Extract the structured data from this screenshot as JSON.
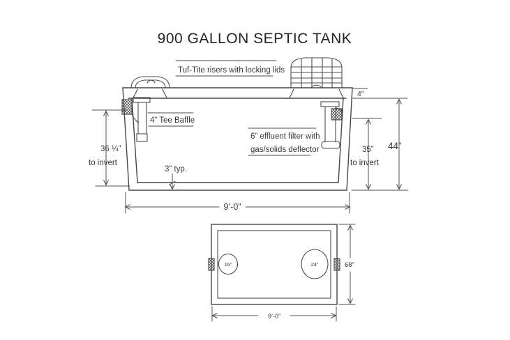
{
  "title": "900 GALLON SEPTIC TANK",
  "colors": {
    "ink": "#474747",
    "paper": "#ffffff"
  },
  "side_view": {
    "risers_label": "Tuf-Tite risers with locking lids",
    "tee_baffle_label": "4” Tee Baffle",
    "effluent_filter_line1": "6” effluent filter with",
    "effluent_filter_line2": "gas/solids deflector",
    "wall_typ_label": "3” typ.",
    "inlet_invert_dim": "36 ¼”",
    "inlet_invert_caption": "to invert",
    "outlet_invert_dim": "35”",
    "outlet_invert_caption": "to invert",
    "height_dim": "44”",
    "slab_dim": "4”",
    "length_dim": "9’-0”"
  },
  "plan_view": {
    "inlet_opening_dim": "16”",
    "outlet_opening_dim": "24”",
    "width_dim": "68”",
    "length_dim": "9’-0”"
  }
}
